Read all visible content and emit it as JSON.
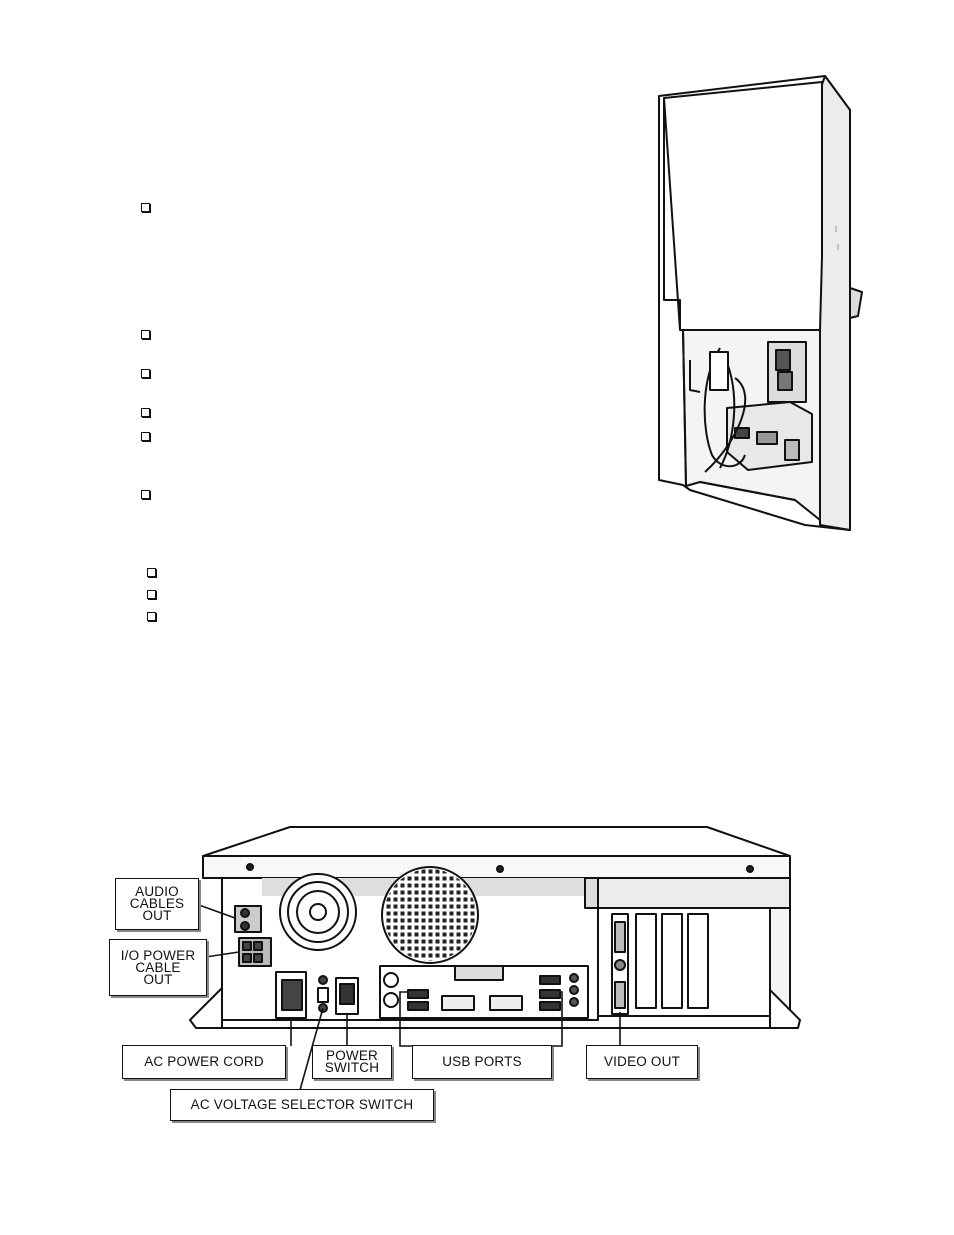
{
  "checklist": {
    "bullet_count": 9
  },
  "labels": {
    "audio_cables_out": "AUDIO\nCABLES\nOUT",
    "io_power_cable_out": "I/O POWER\nCABLE\nOUT",
    "ac_power_cord": "AC POWER CORD",
    "power_switch": "POWER\nSWITCH",
    "usb_ports": "USB PORTS",
    "video_out": "VIDEO OUT",
    "ac_voltage_selector_switch": "AC VOLTAGE SELECTOR SWITCH"
  },
  "colors": {
    "ink": "#111111",
    "panel": "#f2f2f2",
    "shade": "#cfcfcf"
  }
}
